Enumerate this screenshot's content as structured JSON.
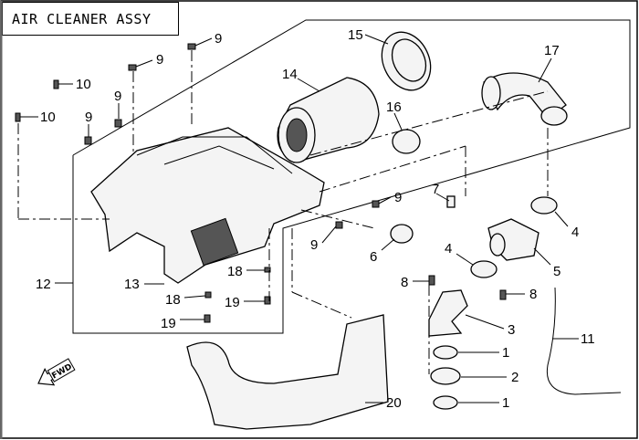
{
  "title": "AIR CLEANER ASSY",
  "forward_arrow_text": "FWD",
  "callouts": [
    "15",
    "17",
    "14",
    "16",
    "9",
    "9",
    "10",
    "9",
    "10",
    "9",
    "7",
    "9",
    "4",
    "6",
    "9",
    "4",
    "5",
    "12",
    "13",
    "18",
    "8",
    "8",
    "18",
    "19",
    "3",
    "11",
    "19",
    "1",
    "2",
    "1",
    "20"
  ]
}
